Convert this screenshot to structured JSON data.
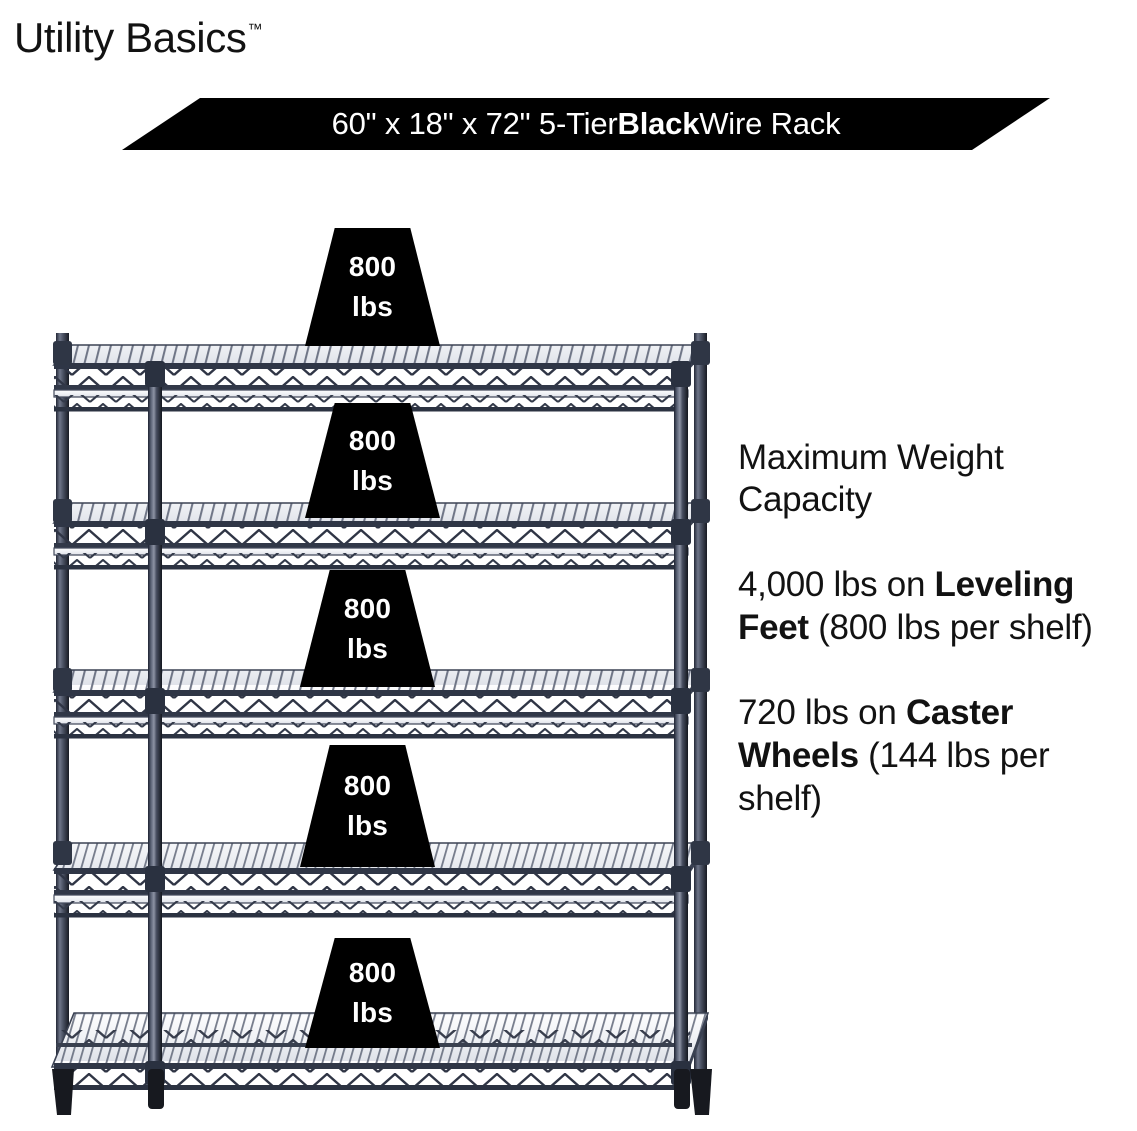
{
  "brand": {
    "name": "Utility Basics",
    "trademark": "™"
  },
  "banner": {
    "text_before": "60\" x 18\" x 72\" 5-Tier ",
    "text_bold": "Black",
    "text_after": " Wire Rack",
    "full_text": "60\" x 18\" x 72\" 5-Tier Black Wire Rack",
    "background_color": "#000000",
    "text_color": "#ffffff"
  },
  "info": {
    "heading": "Maximum Weight Capacity",
    "paragraph_1": {
      "lead": "4,000 lbs on ",
      "bold": "Leveling Feet",
      "tail": " (800 lbs per shelf)",
      "full_text": "4,000 lbs on Leveling Feet (800 lbs per shelf)"
    },
    "paragraph_2": {
      "lead": "720 lbs on ",
      "bold": "Caster Wheels",
      "tail": " (144 lbs per shelf)",
      "full_text": "720 lbs on Caster Wheels (144 lbs per shelf)"
    }
  },
  "product": {
    "tiers": 5,
    "color_name": "Black",
    "frame_color": "#2b3040",
    "badge_value": "800",
    "badge_unit": "lbs",
    "shelf_badges": [
      {
        "value": "800",
        "unit": "lbs"
      },
      {
        "value": "800",
        "unit": "lbs"
      },
      {
        "value": "800",
        "unit": "lbs"
      },
      {
        "value": "800",
        "unit": "lbs"
      },
      {
        "value": "800",
        "unit": "lbs"
      }
    ]
  }
}
